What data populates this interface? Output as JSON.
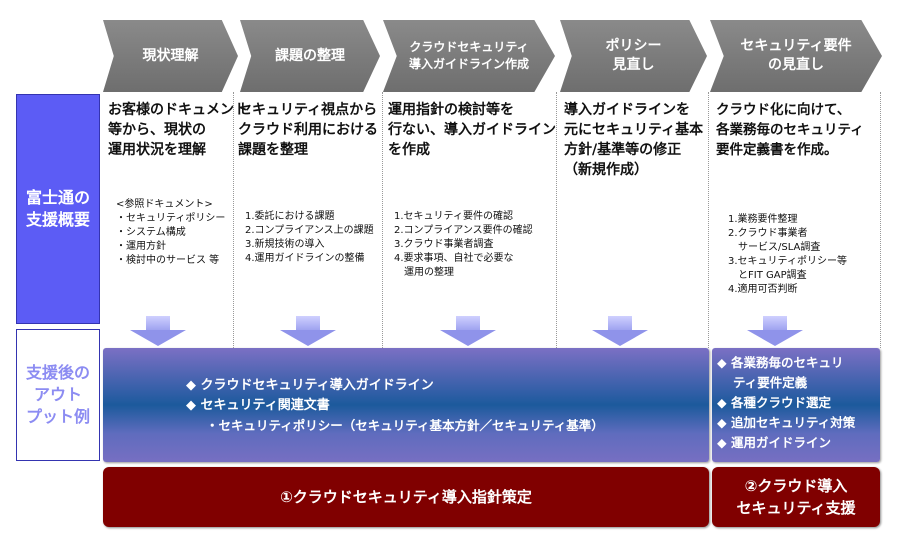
{
  "steps": [
    {
      "lines": [
        "現状理解"
      ]
    },
    {
      "lines": [
        "課題の整理"
      ]
    },
    {
      "lines": [
        "クラウドセキュリティ",
        "導入ガイドライン作成"
      ]
    },
    {
      "lines": [
        "ポリシー",
        "見直し"
      ]
    },
    {
      "lines": [
        "セキュリティ要件",
        "の見直し"
      ]
    }
  ],
  "row_labels": {
    "support": [
      "富士通の",
      "支援概要"
    ],
    "output": [
      "支援後の",
      "アウト",
      "プット例"
    ]
  },
  "columns": [
    {
      "main": [
        "お客様のドキュメント",
        "等から、現状の",
        "運用状況を理解"
      ],
      "sub": [
        "<参照ドキュメント>",
        "・セキュリティポリシー",
        "・システム構成",
        "・運用方針",
        "・検討中のサービス 等"
      ]
    },
    {
      "main": [
        "セキュリティ視点から",
        "クラウド利用における",
        "課題を整理"
      ],
      "sub": [
        "1.委託における課題",
        "2.コンプライアンス上の課題",
        "3.新規技術の導入",
        "4.運用ガイドラインの整備"
      ]
    },
    {
      "main": [
        "運用指針の検討等を",
        "行ない、導入ガイドライン",
        "を作成"
      ],
      "sub": [
        "1.セキュリティ要件の確認",
        "2.コンプライアンス要件の確認",
        "3.クラウド事業者調査",
        "4.要求事項、自社で必要な",
        "　運用の整理"
      ]
    },
    {
      "main": [
        "導入ガイドラインを",
        "元にセキュリティ基本",
        "方針/基準等の修正",
        "（新規作成）"
      ],
      "sub": []
    },
    {
      "main": [
        "クラウド化に向けて、",
        "各業務毎のセキュリティ",
        "要件定義書を作成。"
      ],
      "sub": [
        "1.業務要件整理",
        "2.クラウド事業者",
        "　サービス/SLA調査",
        "3.セキュリティポリシー等",
        "　とFIT GAP調査",
        "4.適用可否判断"
      ]
    }
  ],
  "outputs": {
    "left": [
      "◆ クラウドセキュリティ導入ガイドライン",
      "◆ セキュリティ関連文書",
      "・セキュリティポリシー（セキュリティ基本方針／セキュリティ基準）"
    ],
    "right": [
      "◆ 各業務毎のセキュリ",
      "ティ要件定義",
      "◆ 各種クラウド選定",
      "◆ 追加セキュリティ対策",
      "◆ 運用ガイドライン"
    ]
  },
  "phases": {
    "left": [
      "①クラウドセキュリティ導入指針策定"
    ],
    "right": [
      "②クラウド導入",
      "セキュリティ支援"
    ]
  },
  "colors": {
    "label_blue": "#5c5cf5",
    "output_text": "#8c8cf2",
    "phase_red": "#800000",
    "chevron": "#7a7a7a"
  }
}
